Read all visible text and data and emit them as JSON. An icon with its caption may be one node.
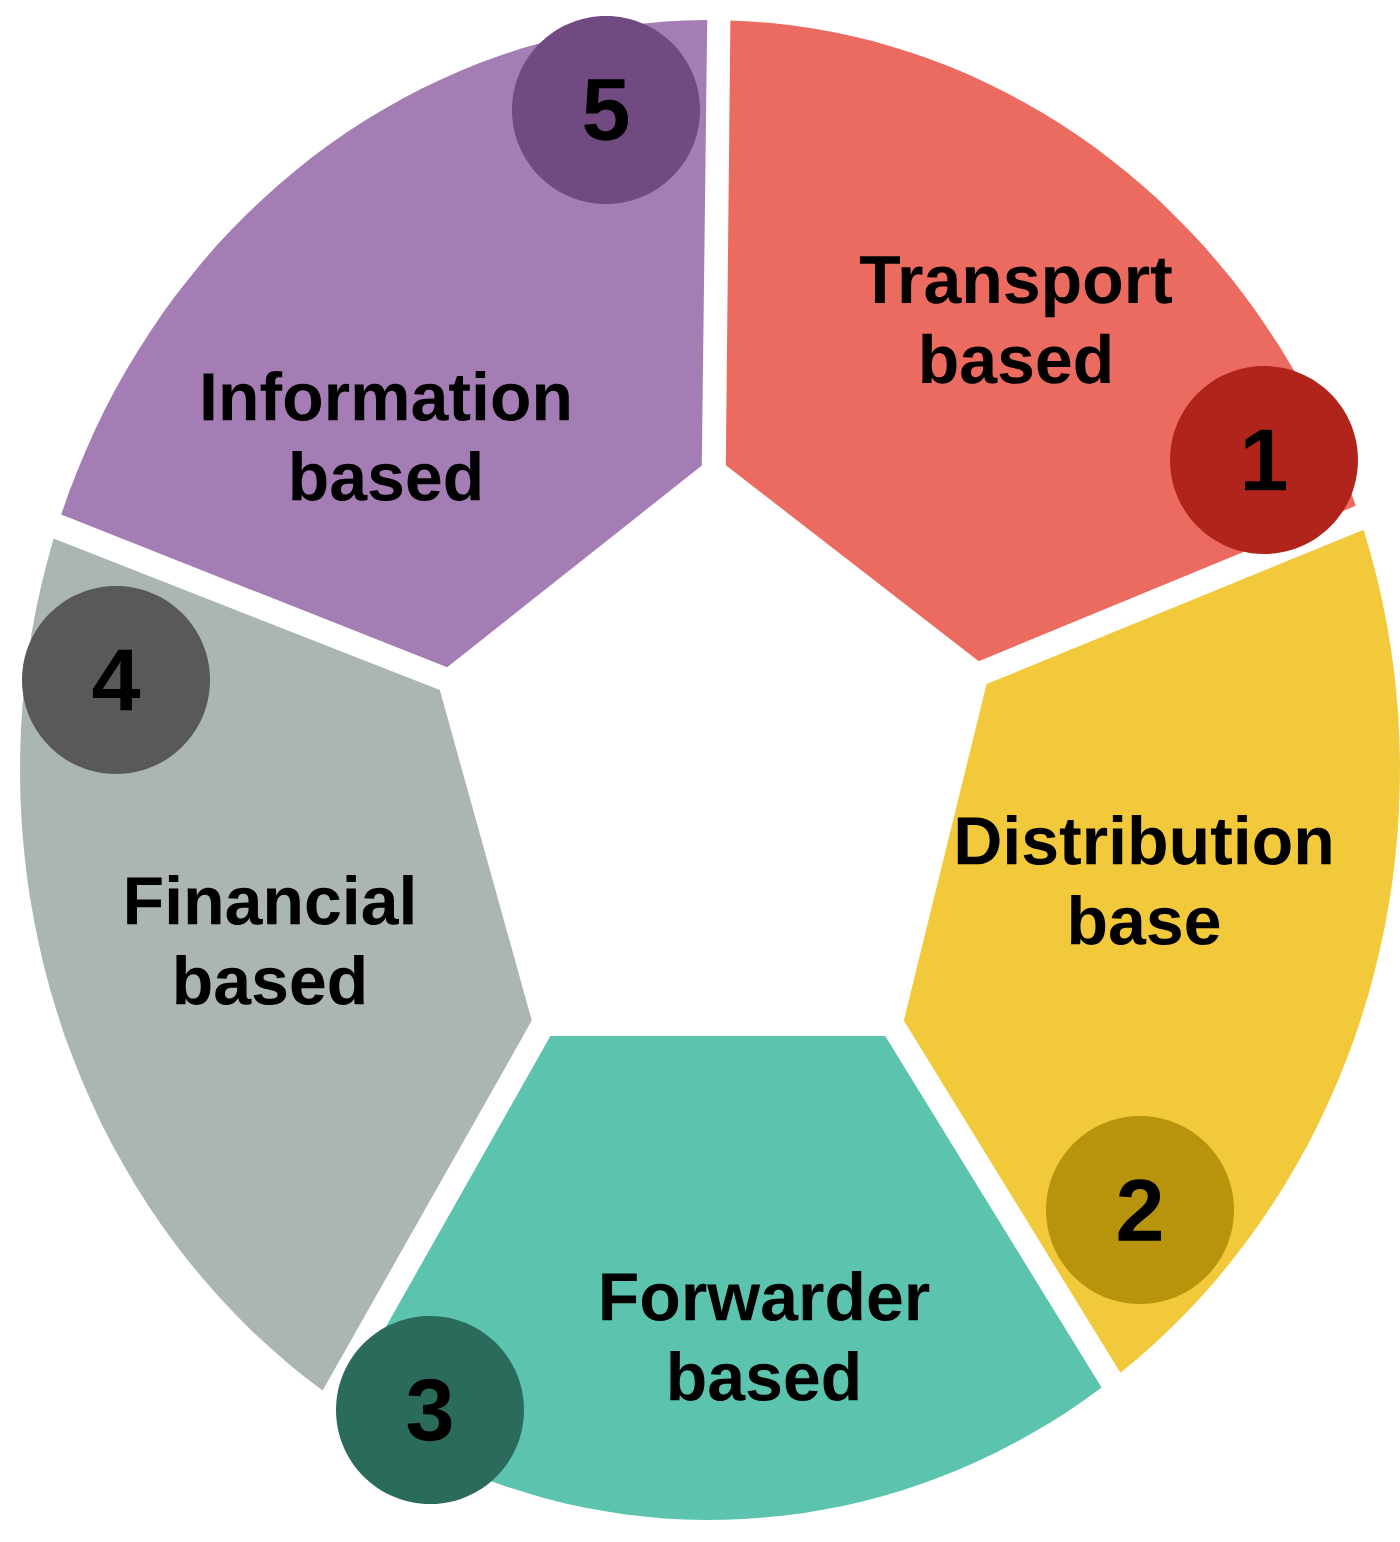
{
  "diagram": {
    "nodes": [
      {
        "text": [
          "Transport based"
        ]
      },
      {
        "text": [
          "Distribution base"
        ]
      },
      {
        "text": [
          "Forwarder based"
        ]
      },
      {
        "text": [
          "Financial based"
        ]
      },
      {
        "text": [
          "Information based"
        ]
      },
      {
        "text": [
          "1"
        ],
        "in": 0
      },
      {
        "text": [
          "2"
        ],
        "in": 1
      },
      {
        "text": [
          "3"
        ],
        "in": 2
      },
      {
        "text": [
          "4"
        ],
        "in": 3
      },
      {
        "text": [
          "5"
        ],
        "in": 4
      }
    ]
  }
}
